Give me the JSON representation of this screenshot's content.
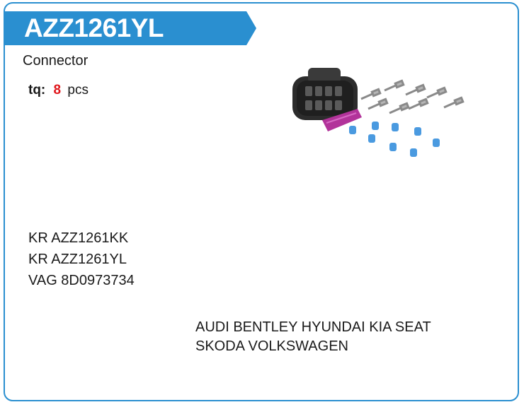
{
  "header": {
    "part_number": "AZZ1261YL"
  },
  "product": {
    "type": "Connector",
    "quantity_label": "tq:",
    "quantity_value": "8",
    "quantity_unit": "pcs"
  },
  "cross_references": [
    "KR AZZ1261KK",
    "KR AZZ1261YL",
    "VAG 8D0973734"
  ],
  "applications": [
    "AUDI BENTLEY HYUNDAI KIA SEAT",
    "SKODA VOLKSWAGEN"
  ],
  "colors": {
    "accent": "#2a8fd0",
    "quantity": "#e0161b"
  }
}
